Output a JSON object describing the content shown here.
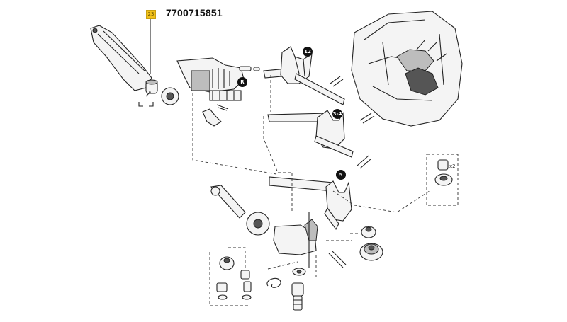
{
  "diagram": {
    "part_number": "7700715851",
    "highlight_badge": "23",
    "callouts": [
      {
        "id": "c1",
        "text": "12"
      },
      {
        "id": "c2",
        "text": "R"
      },
      {
        "id": "c3",
        "text": "3-4"
      },
      {
        "id": "c4",
        "text": "5"
      }
    ],
    "quantity_note": "x2",
    "colors": {
      "badge": "#f2c21b",
      "line": "#222222",
      "background": "#ffffff"
    }
  }
}
